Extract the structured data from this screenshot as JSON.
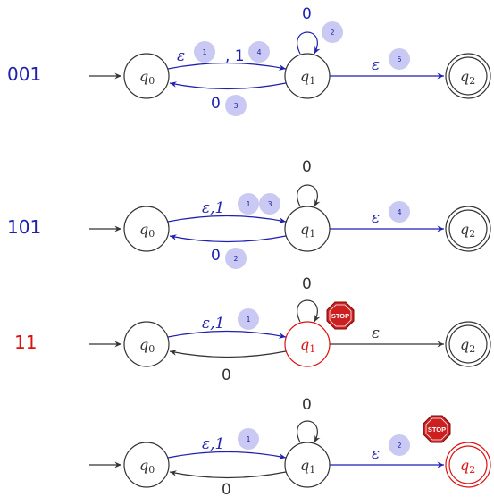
{
  "colors": {
    "accent": "#1f1fb0",
    "neutral": "#333333",
    "error": "#dd1111",
    "badge_fill": "#c9c9f3",
    "stop_fill": "#cc1f1f"
  },
  "rows": [
    {
      "input": "001",
      "input_color": "#1f1fb0",
      "states": [
        {
          "sym": "q",
          "sub": "0",
          "color": "#333333",
          "accept": false
        },
        {
          "sym": "q",
          "sub": "1",
          "color": "#333333",
          "accept": false
        },
        {
          "sym": "q",
          "sub": "2",
          "color": "#333333",
          "accept": true
        }
      ],
      "labels": {
        "fwd": "ε",
        "fwd_extra": ", 1",
        "back": "0",
        "loop": "0",
        "out": "ε"
      },
      "badges": {
        "fwd1": "1",
        "fwd2": "4",
        "loop": "2",
        "back": "3",
        "out": "5"
      }
    },
    {
      "input": "101",
      "input_color": "#1f1fb0",
      "states": [
        {
          "sym": "q",
          "sub": "0",
          "color": "#333333",
          "accept": false
        },
        {
          "sym": "q",
          "sub": "1",
          "color": "#333333",
          "accept": false
        },
        {
          "sym": "q",
          "sub": "2",
          "color": "#333333",
          "accept": true
        }
      ],
      "labels": {
        "fwd": "ε,1",
        "back": "0",
        "loop": "0",
        "out": "ε"
      },
      "badges": {
        "fwd1": "1",
        "fwd2": "3",
        "back": "2",
        "out": "4"
      }
    },
    {
      "input": "11",
      "input_color": "#dd1111",
      "states": [
        {
          "sym": "q",
          "sub": "0",
          "color": "#333333",
          "accept": false
        },
        {
          "sym": "q",
          "sub": "1",
          "color": "#dd1111",
          "accept": false
        },
        {
          "sym": "q",
          "sub": "2",
          "color": "#333333",
          "accept": true
        }
      ],
      "labels": {
        "fwd": "ε,1",
        "back": "0",
        "loop": "0",
        "out": "ε"
      },
      "badges": {
        "fwd1": "1"
      },
      "stop": "STOP"
    },
    {
      "input": "",
      "input_color": "#1f1fb0",
      "states": [
        {
          "sym": "q",
          "sub": "0",
          "color": "#333333",
          "accept": false
        },
        {
          "sym": "q",
          "sub": "1",
          "color": "#333333",
          "accept": false
        },
        {
          "sym": "q",
          "sub": "2",
          "color": "#dd1111",
          "accept": true
        }
      ],
      "labels": {
        "fwd": "ε,1",
        "back": "0",
        "loop": "0",
        "out": "ε"
      },
      "badges": {
        "fwd1": "1",
        "out": "2"
      },
      "stop": "STOP"
    }
  ]
}
